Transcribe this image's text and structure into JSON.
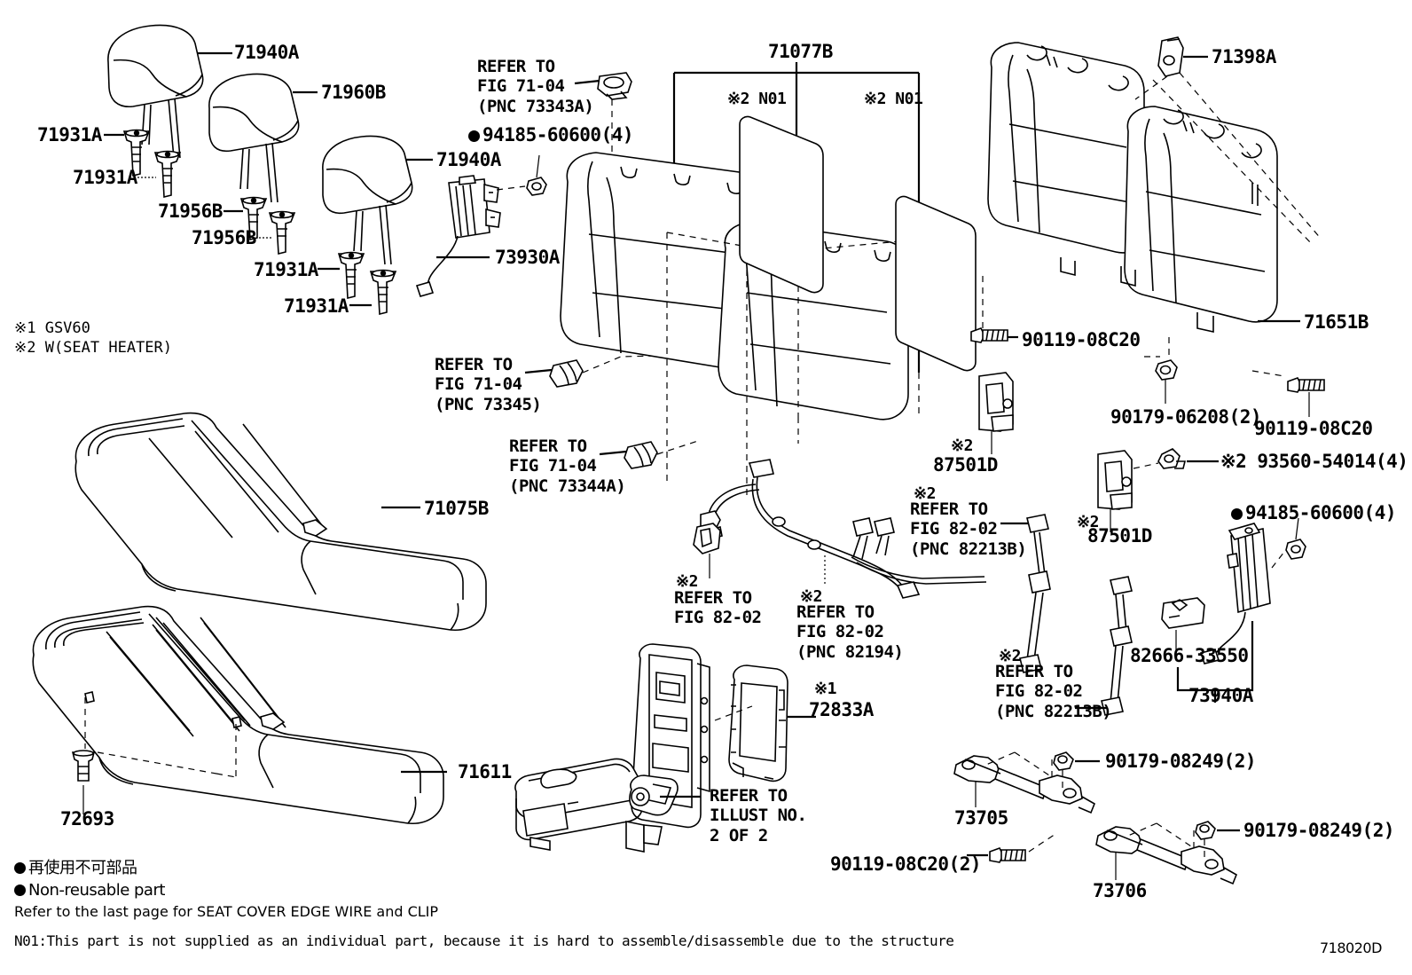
{
  "diagram": {
    "title": "Toyota rear seat parts exploded diagram",
    "figure_code": "718020D"
  },
  "legend": {
    "note1": "※1 GSV60",
    "note2": "※2 W(SEAT HEATER)",
    "nonreusable_jp": "再使用不可部品",
    "nonreusable_en": "Non-reusable part",
    "edge_wire_note": "Refer to the last page for SEAT COVER EDGE WIRE and CLIP",
    "n01_note": "N01:This part is not supplied as an individual part, because it is hard to assemble/disassemble due to the structure"
  },
  "marks": {
    "m1": "※1",
    "m2": "※2",
    "n01": "N01"
  },
  "parts": [
    {
      "id": "p-71940a-1",
      "number": "71940A"
    },
    {
      "id": "p-71960b",
      "number": "71960B"
    },
    {
      "id": "p-71931a-1",
      "number": "71931A"
    },
    {
      "id": "p-71931a-2",
      "number": "71931A"
    },
    {
      "id": "p-71956b-1",
      "number": "71956B"
    },
    {
      "id": "p-71956b-2",
      "number": "71956B"
    },
    {
      "id": "p-71931a-3",
      "number": "71931A"
    },
    {
      "id": "p-71931a-4",
      "number": "71931A"
    },
    {
      "id": "p-71940a-2",
      "number": "71940A"
    },
    {
      "id": "p-73930a",
      "number": "73930A"
    },
    {
      "id": "p-94185-1",
      "number": "94185-60600(4)"
    },
    {
      "id": "p-71077b",
      "number": "71077B"
    },
    {
      "id": "p-71398a",
      "number": "71398A"
    },
    {
      "id": "p-71651b",
      "number": "71651B"
    },
    {
      "id": "p-90119-1",
      "number": "90119-08C20"
    },
    {
      "id": "p-90179-06208",
      "number": "90179-06208(2)"
    },
    {
      "id": "p-90119-2",
      "number": "90119-08C20"
    },
    {
      "id": "p-93560",
      "number": "93560-54014(4)"
    },
    {
      "id": "p-87501d-1",
      "number": "87501D"
    },
    {
      "id": "p-87501d-2",
      "number": "87501D"
    },
    {
      "id": "p-94185-2",
      "number": "94185-60600(4)"
    },
    {
      "id": "p-82666",
      "number": "82666-33550"
    },
    {
      "id": "p-73940a",
      "number": "73940A"
    },
    {
      "id": "p-71075b",
      "number": "71075B"
    },
    {
      "id": "p-71611",
      "number": "71611"
    },
    {
      "id": "p-72693",
      "number": "72693"
    },
    {
      "id": "p-72833a",
      "number": "72833A"
    },
    {
      "id": "p-73705",
      "number": "73705"
    },
    {
      "id": "p-73706",
      "number": "73706"
    },
    {
      "id": "p-90179-08249-1",
      "number": "90179-08249(2)"
    },
    {
      "id": "p-90179-08249-2",
      "number": "90179-08249(2)"
    },
    {
      "id": "p-90119-08c20-2",
      "number": "90119-08C20(2)"
    }
  ],
  "refs": {
    "r73343a": {
      "l1": "REFER TO",
      "l2": "FIG 71-04",
      "l3": "(PNC 73343A)"
    },
    "r73345": {
      "l1": "REFER TO",
      "l2": "FIG 71-04",
      "l3": "(PNC 73345)"
    },
    "r73344a": {
      "l1": "REFER TO",
      "l2": "FIG 71-04",
      "l3": "(PNC 73344A)"
    },
    "r8202a": {
      "l1": "REFER TO",
      "l2": "FIG 82-02"
    },
    "r82194": {
      "l1": "REFER TO",
      "l2": "FIG 82-02",
      "l3": "(PNC 82194)"
    },
    "r82213b_1": {
      "l1": "REFER TO",
      "l2": "FIG 82-02",
      "l3": "(PNC 82213B)"
    },
    "r82213b_2": {
      "l1": "REFER TO",
      "l2": "FIG 82-02",
      "l3": "(PNC 82213B)"
    },
    "rillust": {
      "l1": "REFER TO",
      "l2": "ILLUST NO.",
      "l3": "2 OF 2"
    }
  }
}
